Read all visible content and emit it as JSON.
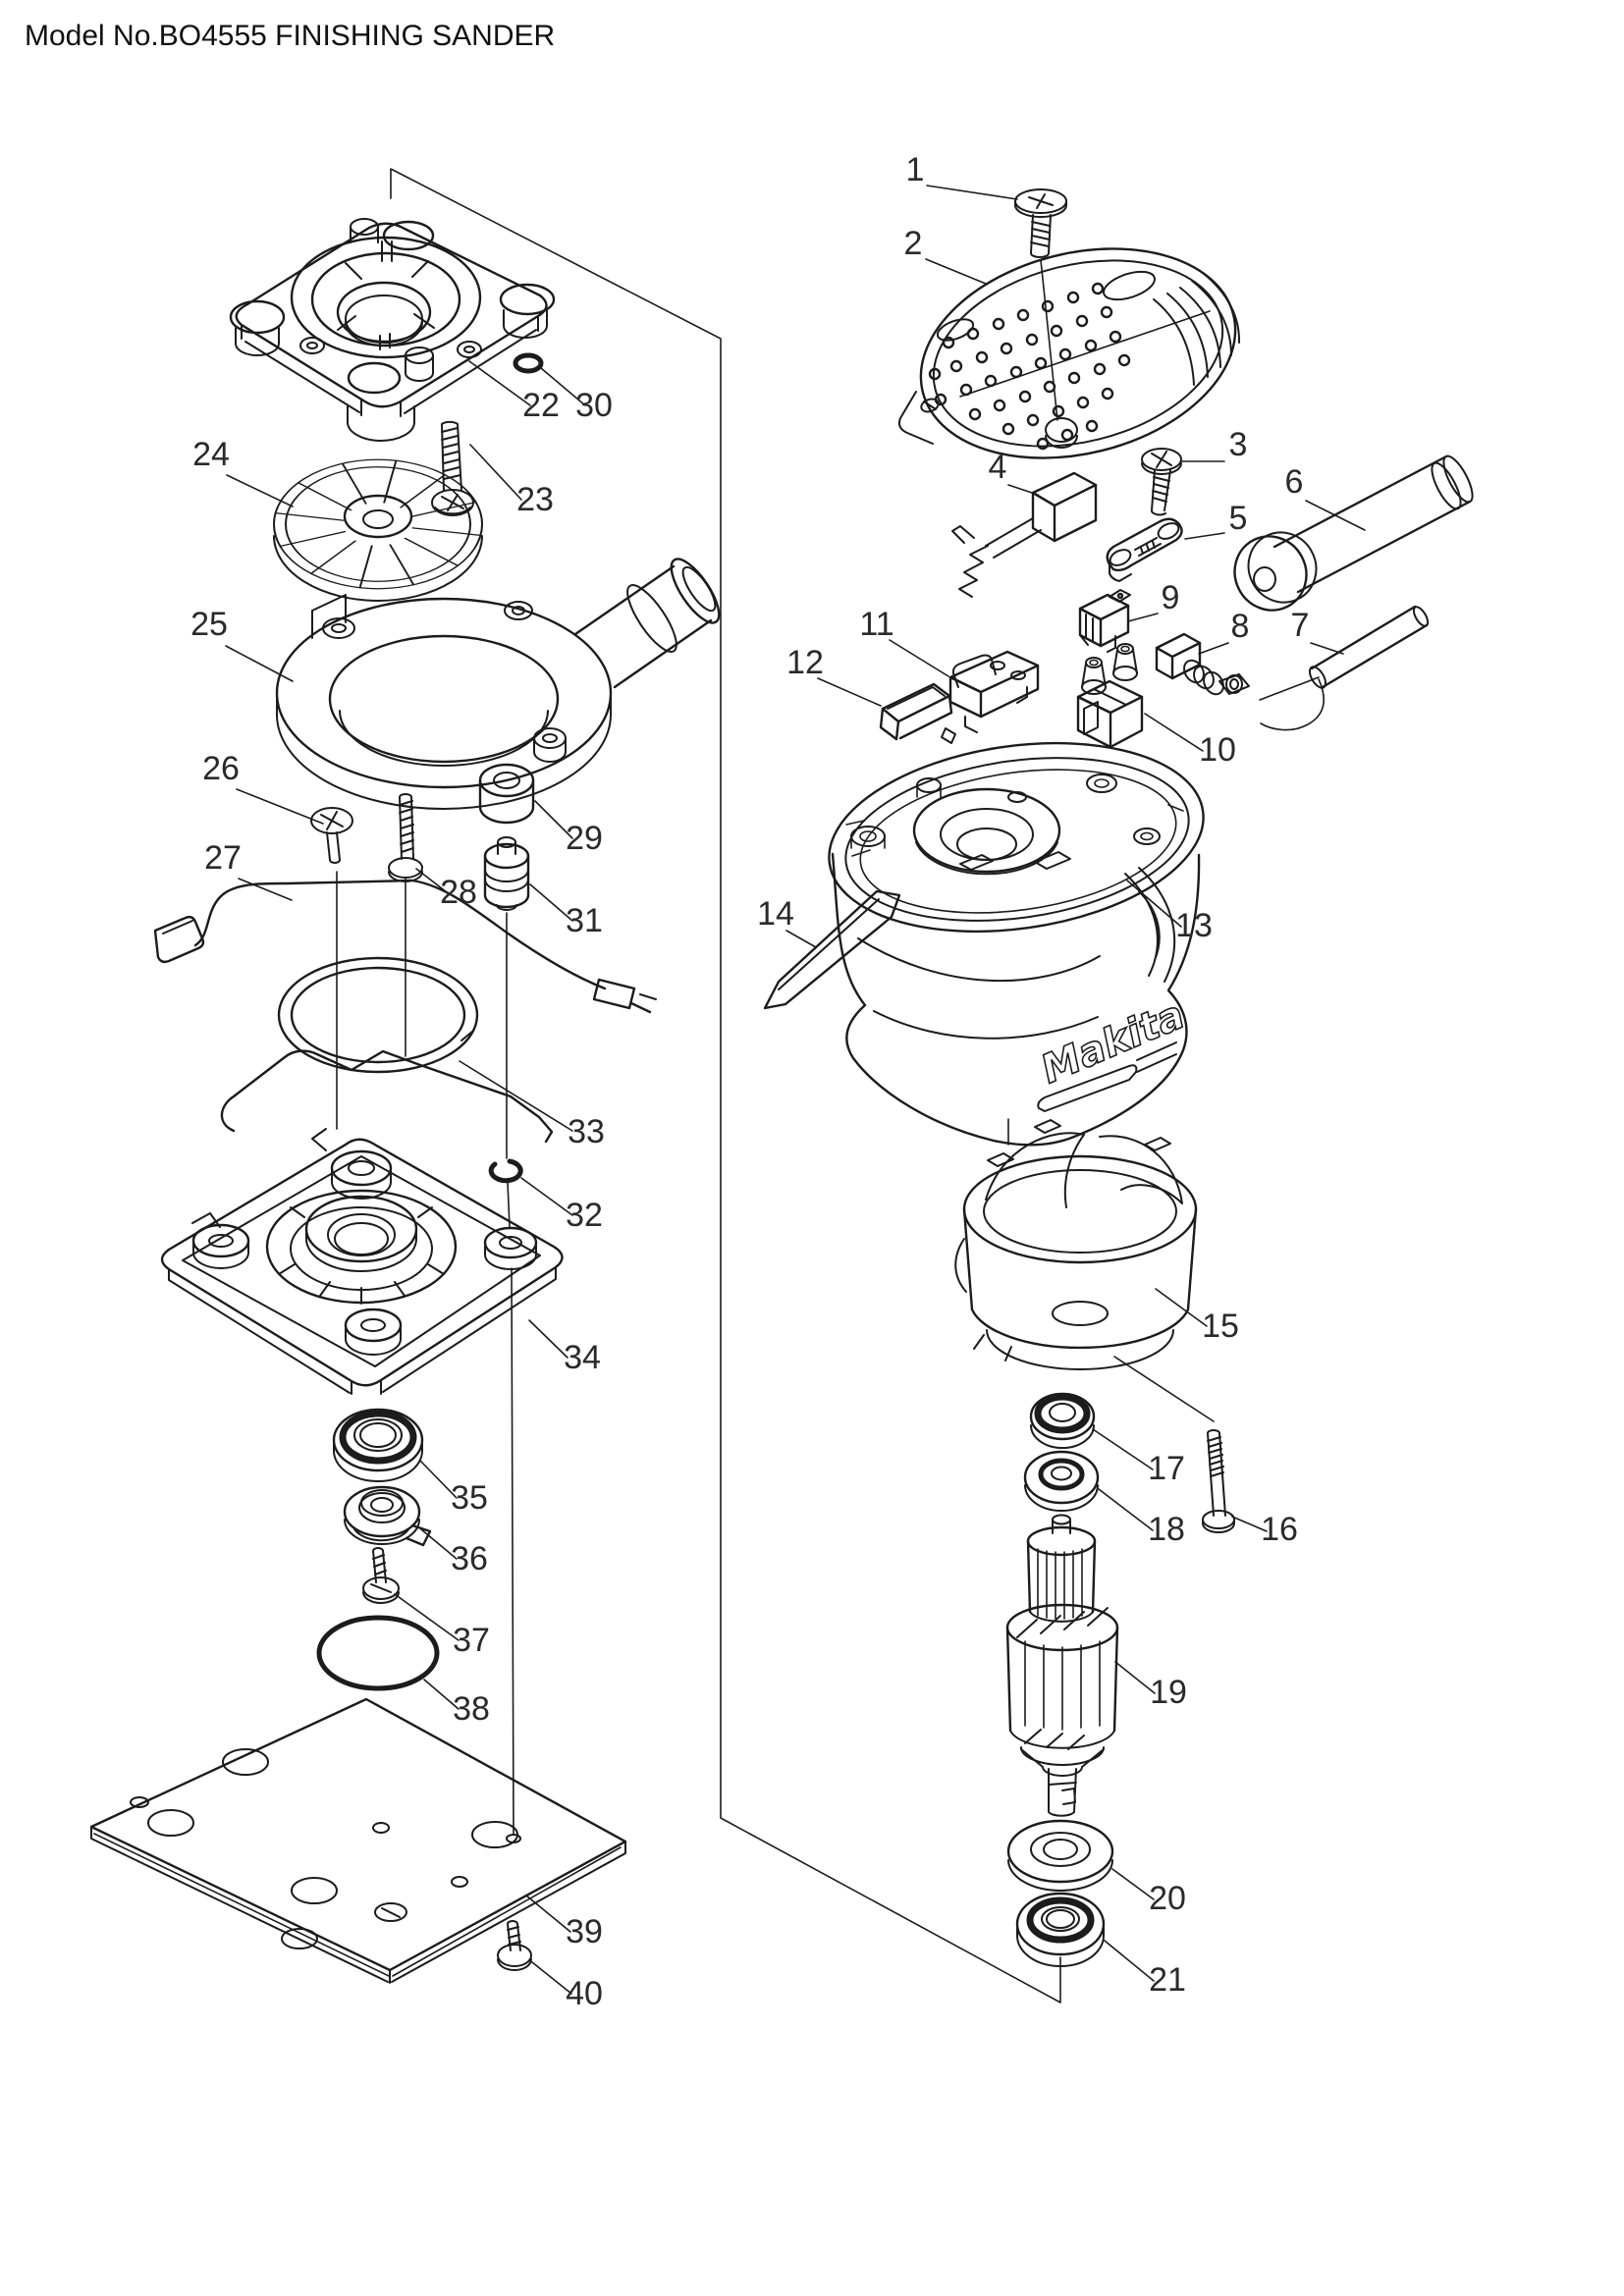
{
  "title": "Model No.BO4555 FINISHING SANDER",
  "brand_logo": "Makita",
  "labels": {
    "1": "1",
    "2": "2",
    "3": "3",
    "4": "4",
    "5": "5",
    "6": "6",
    "7": "7",
    "8": "8",
    "9": "9",
    "10": "10",
    "11": "11",
    "12": "12",
    "13": "13",
    "14": "14",
    "15": "15",
    "16": "16",
    "17": "17",
    "18": "18",
    "19": "19",
    "20": "20",
    "21": "21",
    "22": "22",
    "23": "23",
    "24": "24",
    "25": "25",
    "26": "26",
    "27": "27",
    "28": "28",
    "29": "29",
    "30": "30",
    "31": "31",
    "32": "32",
    "33": "33",
    "34": "34",
    "35": "35",
    "36": "36",
    "37": "37",
    "38": "38",
    "39": "39",
    "40": "40"
  }
}
